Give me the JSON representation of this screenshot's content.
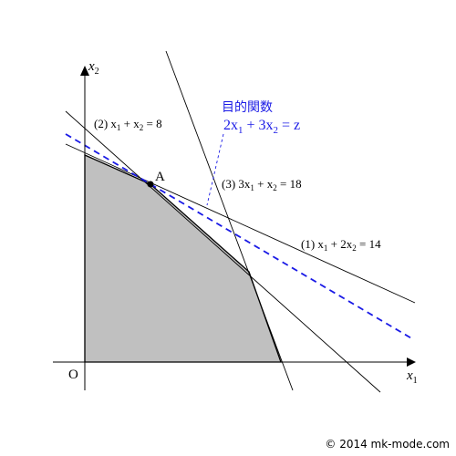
{
  "axes": {
    "x_var": "x",
    "x_sub": "1",
    "y_var": "x",
    "y_sub": "2",
    "origin": "O"
  },
  "constraints": [
    {
      "number": "(1)",
      "label": "x",
      "sub1": "1",
      "mid": " + 2x",
      "sub2": "2",
      "rhs": " = 14"
    },
    {
      "number": "(2)",
      "label": "x",
      "sub1": "1",
      "mid": " + x",
      "sub2": "2",
      "rhs": " = 8"
    },
    {
      "number": "(3)",
      "label": "3x",
      "sub1": "1",
      "mid": " + x",
      "sub2": "2",
      "rhs": " = 18"
    }
  ],
  "objective": {
    "title": "目的関数",
    "p1": "2x",
    "s1": "1",
    "p2": " + 3x",
    "s2": "2",
    "rhs": " = z",
    "color": "#1a1ae6"
  },
  "point": {
    "label": "A"
  },
  "copyright": "© 2014 mk-mode.com",
  "colors": {
    "feasible_fill": "#c0c0c0",
    "line": "#000000"
  }
}
